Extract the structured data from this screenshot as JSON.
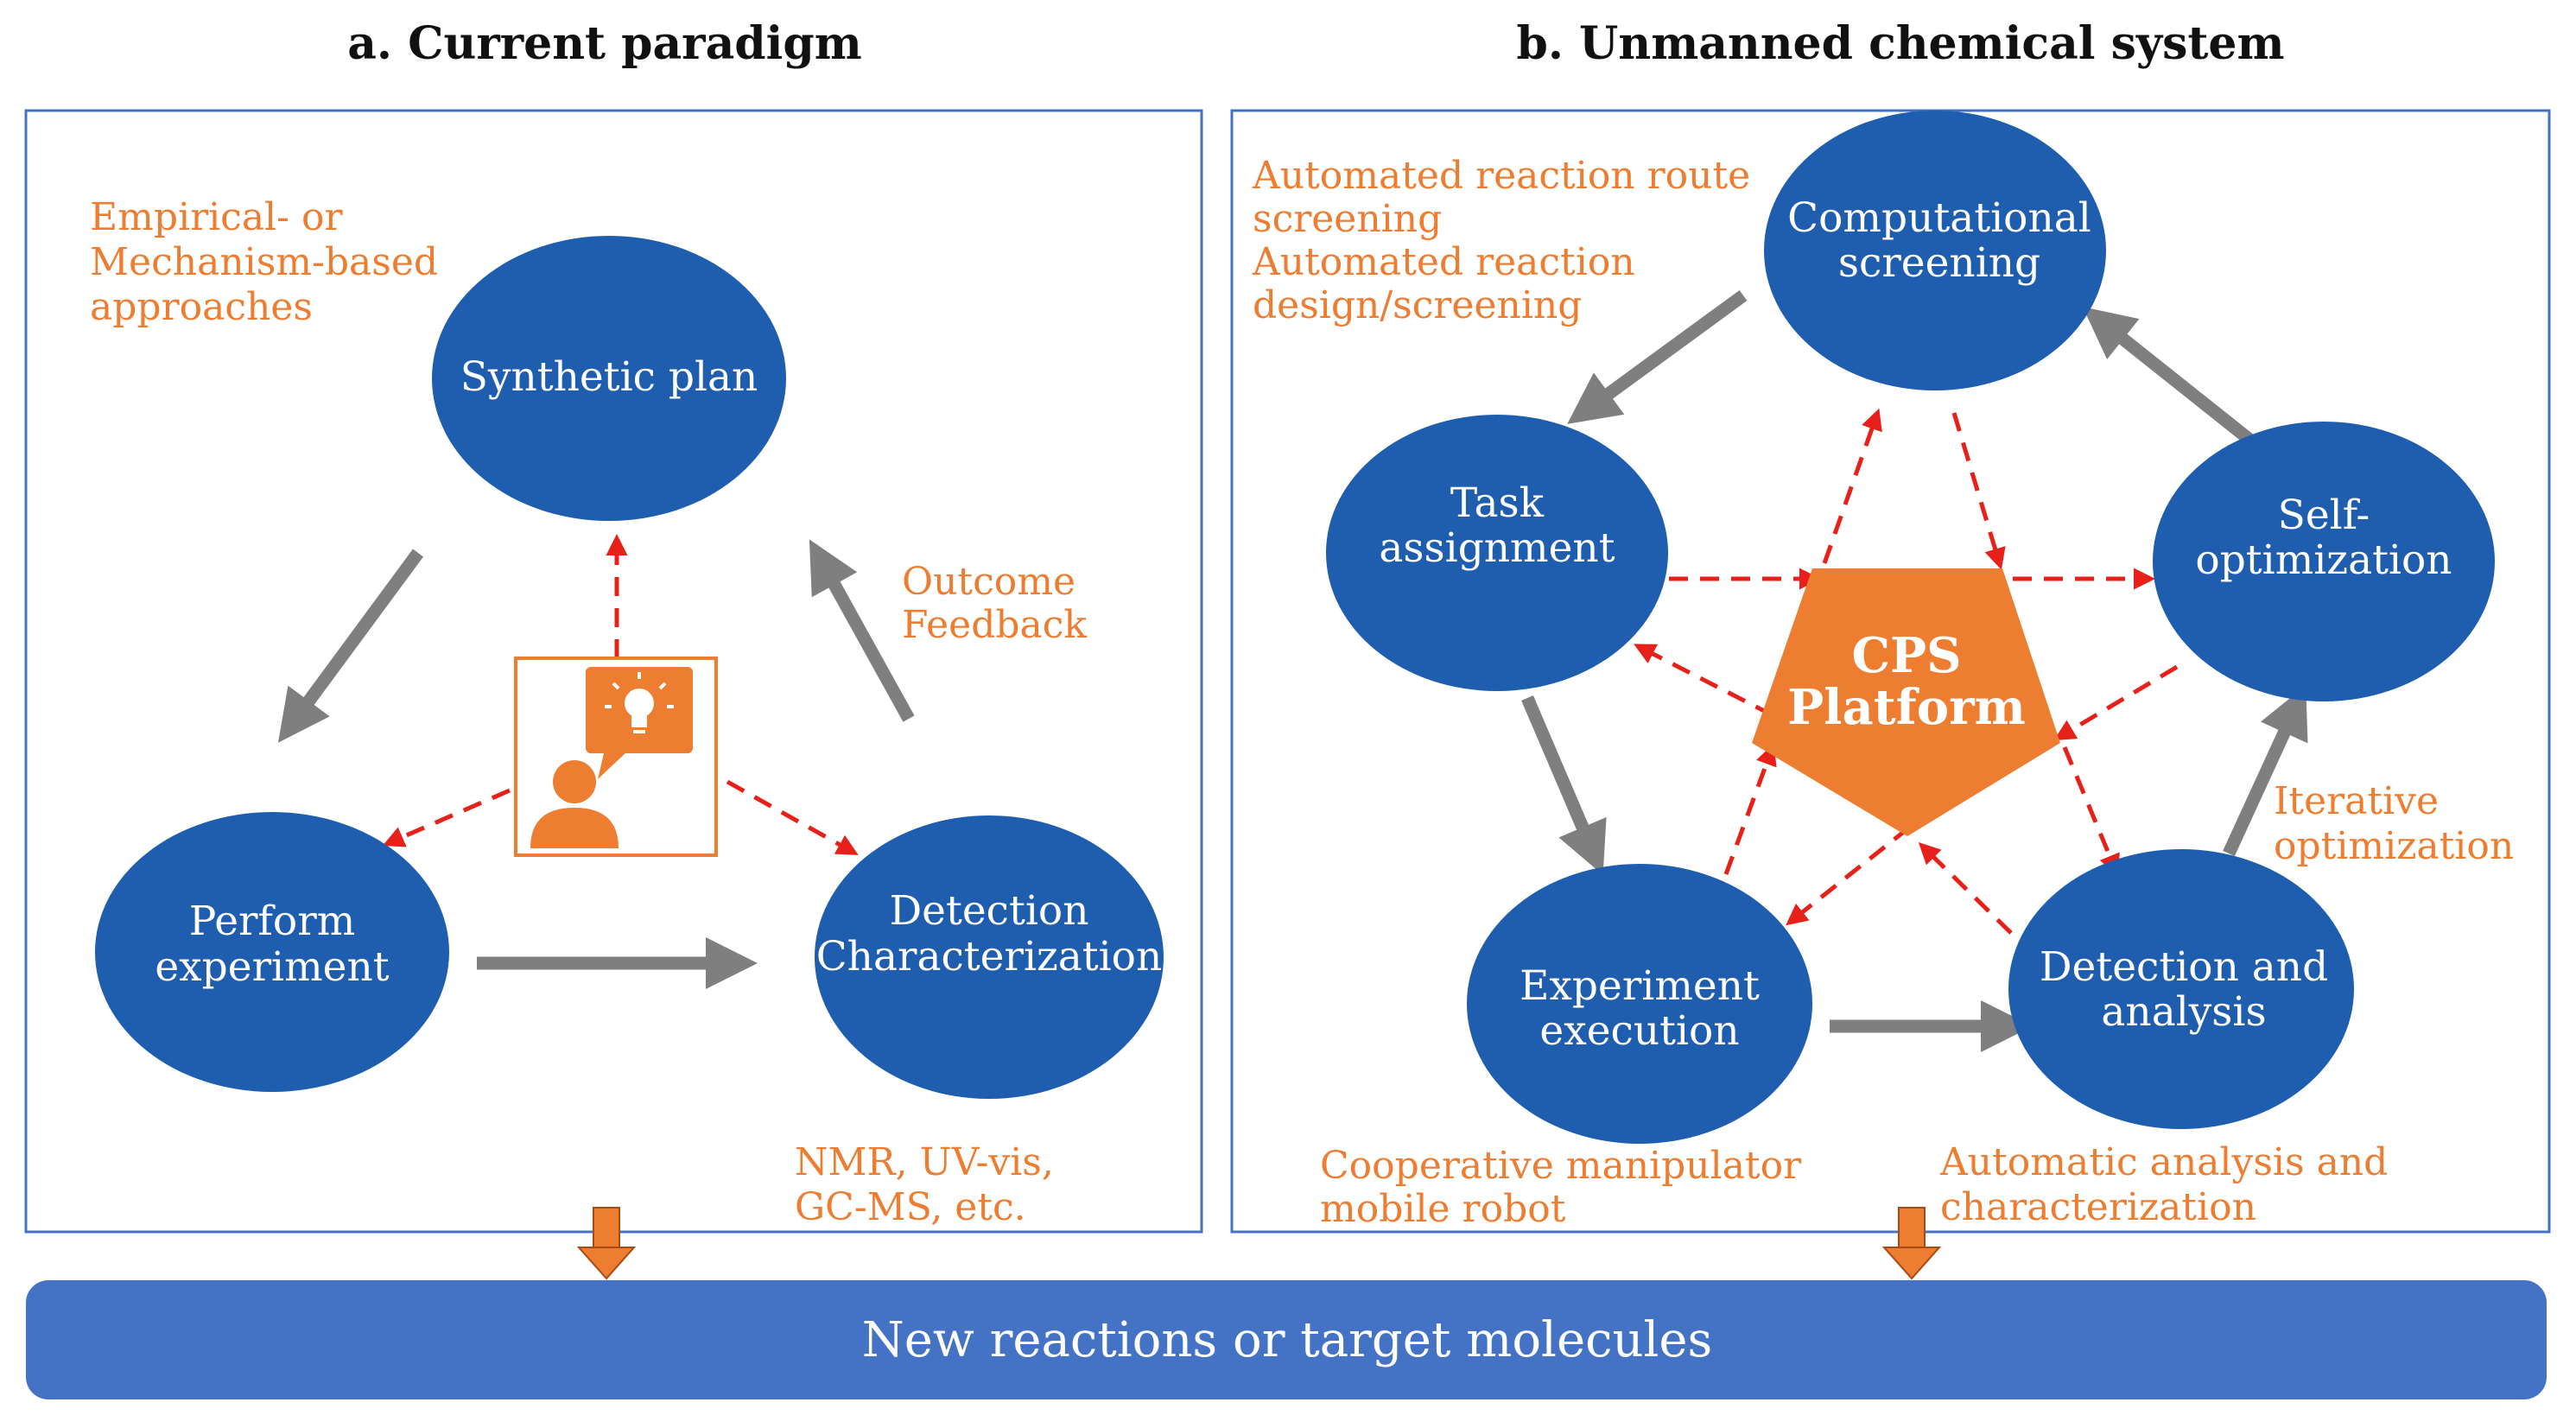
{
  "panel_a": {
    "title": "a. Current paradigm",
    "nodes": {
      "plan": "Synthetic plan",
      "perform_l1": "Perform",
      "perform_l2": "experiment",
      "detect_l1": "Detection",
      "detect_l2": "Characterization"
    },
    "notes": {
      "approach_l1": "Empirical- or",
      "approach_l2": "Mechanism-based",
      "approach_l3": "approaches",
      "feedback_l1": "Outcome",
      "feedback_l2": "Feedback",
      "methods_l1": "NMR, UV-vis,",
      "methods_l2": "GC-MS, etc."
    },
    "center_icon": "person-lightbulb-icon"
  },
  "panel_b": {
    "title": "b. Unmanned chemical system",
    "nodes": {
      "comp_l1": "Computational",
      "comp_l2": "screening",
      "task_l1": "Task",
      "task_l2": "assignment",
      "self_l1": "Self-",
      "self_l2": "optimization",
      "exec_l1": "Experiment",
      "exec_l2": "execution",
      "detect_l1": "Detection and",
      "detect_l2": "analysis"
    },
    "center_l1": "CPS",
    "center_l2": "Platform",
    "notes": {
      "route_l1": "Automated reaction route",
      "route_l2": "screening",
      "design_l1": "Automated reaction",
      "design_l2": "design/screening",
      "iter_l1": "Iterative",
      "iter_l2": "optimization",
      "robot_l1": "Cooperative manipulator",
      "robot_l2": "mobile robot",
      "auto_l1": "Automatic analysis and",
      "auto_l2": "characterization"
    }
  },
  "bottom_bar": "New reactions or target molecules",
  "colors": {
    "node_blue": "#1F5DAE",
    "accent_orange": "#ED7D31",
    "arrow_gray": "#7F7F7F",
    "dashed_red": "#E8201A",
    "panel_border": "#4472C4",
    "bar_blue": "#4472C4"
  }
}
